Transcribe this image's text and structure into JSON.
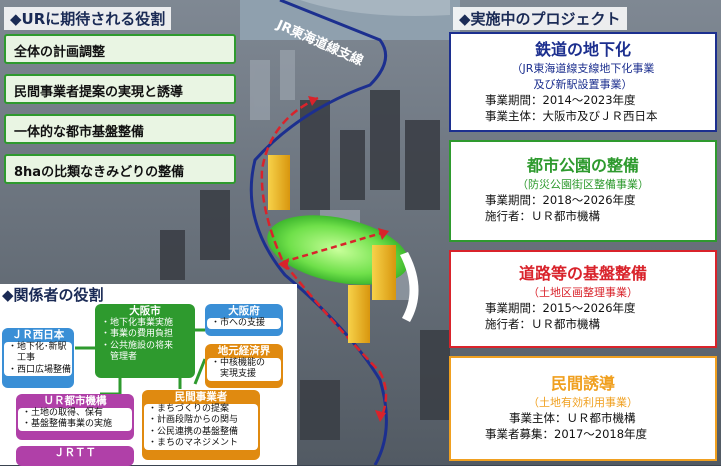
{
  "left_heading": "◆URに期待される役割",
  "right_heading": "◆実施中のプロジェクト",
  "rail_label": "JR東海道線支線",
  "roles": [
    "全体の計画調整",
    "民間事業者提案の実現と誘導",
    "一体的な都市基盤整備",
    "8haの比類なきみどりの整備"
  ],
  "stakeholder_heading": "◆関係者の役割",
  "projects": [
    {
      "title": "鉄道の地下化",
      "subtitle": "（JR東海道線支線地下化事業\n及び新駅設置事業）",
      "lines": [
        "事業期間：2014～2023年度",
        "事業主体：大阪市及びＪＲ西日本"
      ],
      "color": "#1c2f8f"
    },
    {
      "title": "都市公園の整備",
      "subtitle": "（防災公園街区整備事業）",
      "lines": [
        "事業期間：2018～2026年度",
        "施行者：ＵＲ都市機構"
      ],
      "color": "#2e9a2e"
    },
    {
      "title": "道路等の基盤整備",
      "subtitle": "（土地区画整理事業）",
      "lines": [
        "事業期間：2015～2026年度",
        "施行者：ＵＲ都市機構"
      ],
      "color": "#d9232b"
    },
    {
      "title": "民間誘導",
      "subtitle": "（土地有効利用事業）",
      "lines": [
        "事業主体：ＵＲ都市機構",
        "事業者募集：2017～2018年度"
      ],
      "color": "#f0a020"
    }
  ],
  "stakeholders": {
    "jr_west": {
      "title": "ＪＲ西日本",
      "items": [
        "・地下化･新駅",
        "　工事",
        "・西口広場整備"
      ]
    },
    "osaka_city": {
      "title": "大阪市",
      "items": [
        "・地下化事業実施",
        "・事業の費用負担",
        "・公共施設の将来",
        "　管理者"
      ]
    },
    "osaka_pref": {
      "title": "大阪府",
      "items": [
        "・市への支援"
      ]
    },
    "business": {
      "title": "地元経済界",
      "items": [
        "・中核機能の",
        "　実現支援"
      ]
    },
    "ur": {
      "title": "ＵＲ都市機構",
      "items": [
        "・土地の取得、保有",
        "・基盤整備事業の実施"
      ]
    },
    "private": {
      "title": "民間事業者",
      "items": [
        "・まちづくりの提案",
        "・計画段階からの関与",
        "・公民連携の基盤整備",
        "・まちのマネジメント"
      ]
    },
    "jrtt": {
      "title": "ＪＲＴＴ"
    }
  },
  "colors": {
    "green": "#2e9a2e",
    "blue": "#1c2f8f",
    "red": "#d9232b",
    "orange": "#f0a020",
    "node_blue": "#3a8fd6",
    "node_purple": "#b040a8",
    "node_brown": "#8a6a20",
    "node_orange": "#e08a10"
  }
}
